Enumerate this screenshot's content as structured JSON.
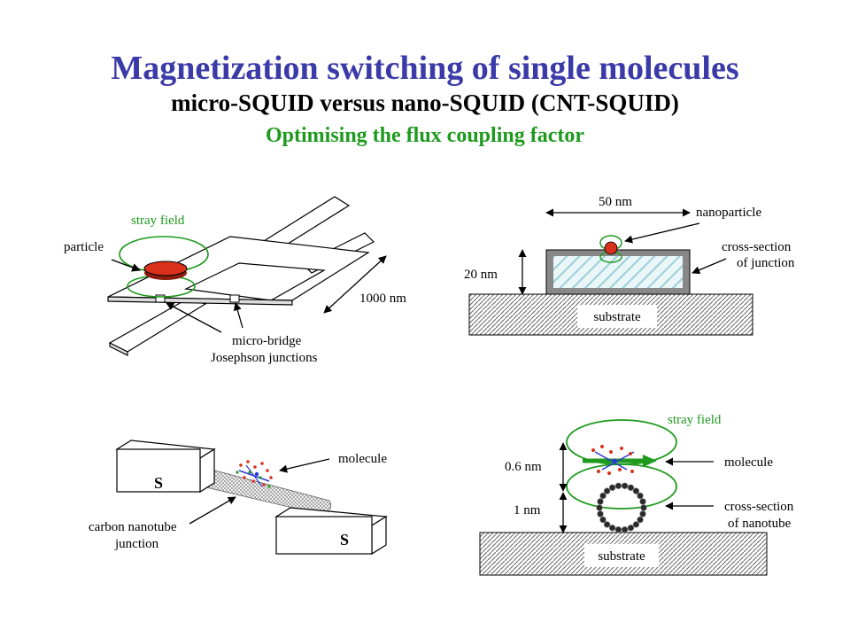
{
  "header": {
    "title": "Magnetization switching of single molecules",
    "subtitle": "micro-SQUID versus nano-SQUID (CNT-SQUID)",
    "tagline": "Optimising the flux coupling factor"
  },
  "panel_micro_squid": {
    "stray_field": "stray field",
    "particle": "particle",
    "dimension": "1000 nm",
    "bridge_line1": "micro-bridge",
    "bridge_line2": "Josephson junctions"
  },
  "panel_junction_section": {
    "width": "50 nm",
    "nanoparticle": "nanoparticle",
    "section_line1": "cross-section",
    "section_line2": "of junction",
    "height": "20 nm",
    "substrate": "substrate"
  },
  "panel_cnt_squid": {
    "molecule": "molecule",
    "lead_left": "S",
    "lead_right": "S",
    "cnt_line1": "carbon nanotube",
    "cnt_line2": "junction"
  },
  "panel_nanotube_section": {
    "stray_field": "stray field",
    "gap": "0.6 nm",
    "radius": "1 nm",
    "molecule": "molecule",
    "section_line1": "cross-section",
    "section_line2": "of nanotube",
    "substrate": "substrate"
  },
  "colors": {
    "title": "#3a3aa8",
    "tagline": "#1e9a1e",
    "stray_field": "#1e9a1e",
    "particle": "#d8301a"
  }
}
